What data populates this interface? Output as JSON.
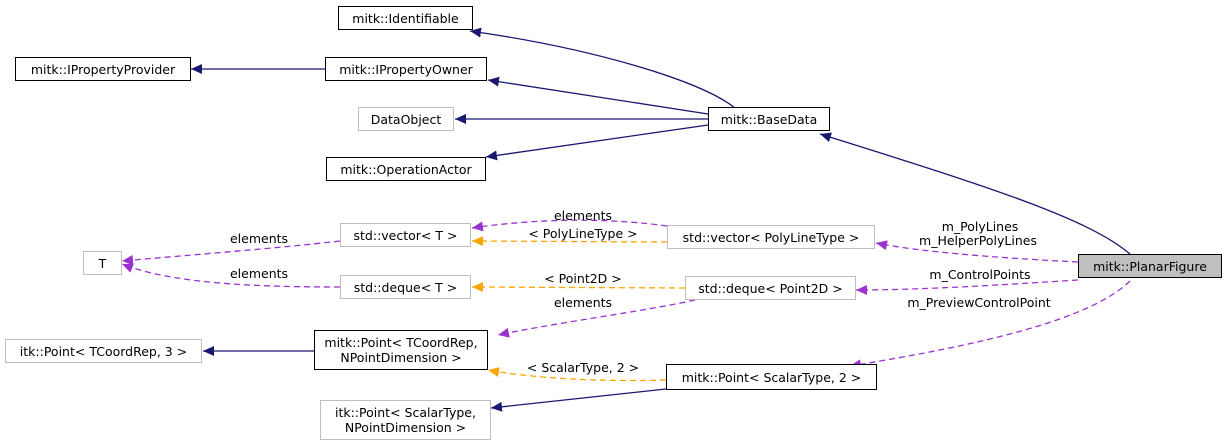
{
  "nodes": {
    "identifiable": "mitk::Identifiable",
    "iproperty_provider": "mitk::IPropertyProvider",
    "iproperty_owner": "mitk::IPropertyOwner",
    "data_object": "DataObject",
    "base_data": "mitk::BaseData",
    "operation_actor": "mitk::OperationActor",
    "std_vector_t": "std::vector< T >",
    "std_vector_polyline": "std::vector< PolyLineType >",
    "t": "T",
    "std_deque_t": "std::deque< T >",
    "std_deque_point2d": "std::deque< Point2D >",
    "planar_figure": "mitk::PlanarFigure",
    "itk_point_tcoordrep": "itk::Point< TCoordRep, 3 >",
    "mitk_point_template": [
      "mitk::Point< TCoordRep,",
      "NPointDimension >"
    ],
    "mitk_point_scalar": "mitk::Point< ScalarType, 2 >",
    "itk_point_scalar": [
      "itk::Point< ScalarType,",
      "NPointDimension >"
    ]
  },
  "edge_labels": {
    "vector_t_elements": "elements",
    "vector_polyline_template": "< PolyLineType >",
    "t_from_vector": "elements",
    "t_from_deque": "elements",
    "deque_point2d_template": "< Point2D >",
    "poly_lines": "m_PolyLines",
    "helper_poly_lines": "m_HelperPolyLines",
    "control_points": "m_ControlPoints",
    "deque_point2d_elements": "elements",
    "preview_control_point": "m_PreviewControlPoint",
    "scalar_point_template": "< ScalarType, 2 >"
  },
  "colors": {
    "inheritance": "#191970",
    "usage": "#9a32cd",
    "template": "#ffa500",
    "external_border": "#bfbfbf",
    "focus_fill": "#bfbfbf"
  }
}
